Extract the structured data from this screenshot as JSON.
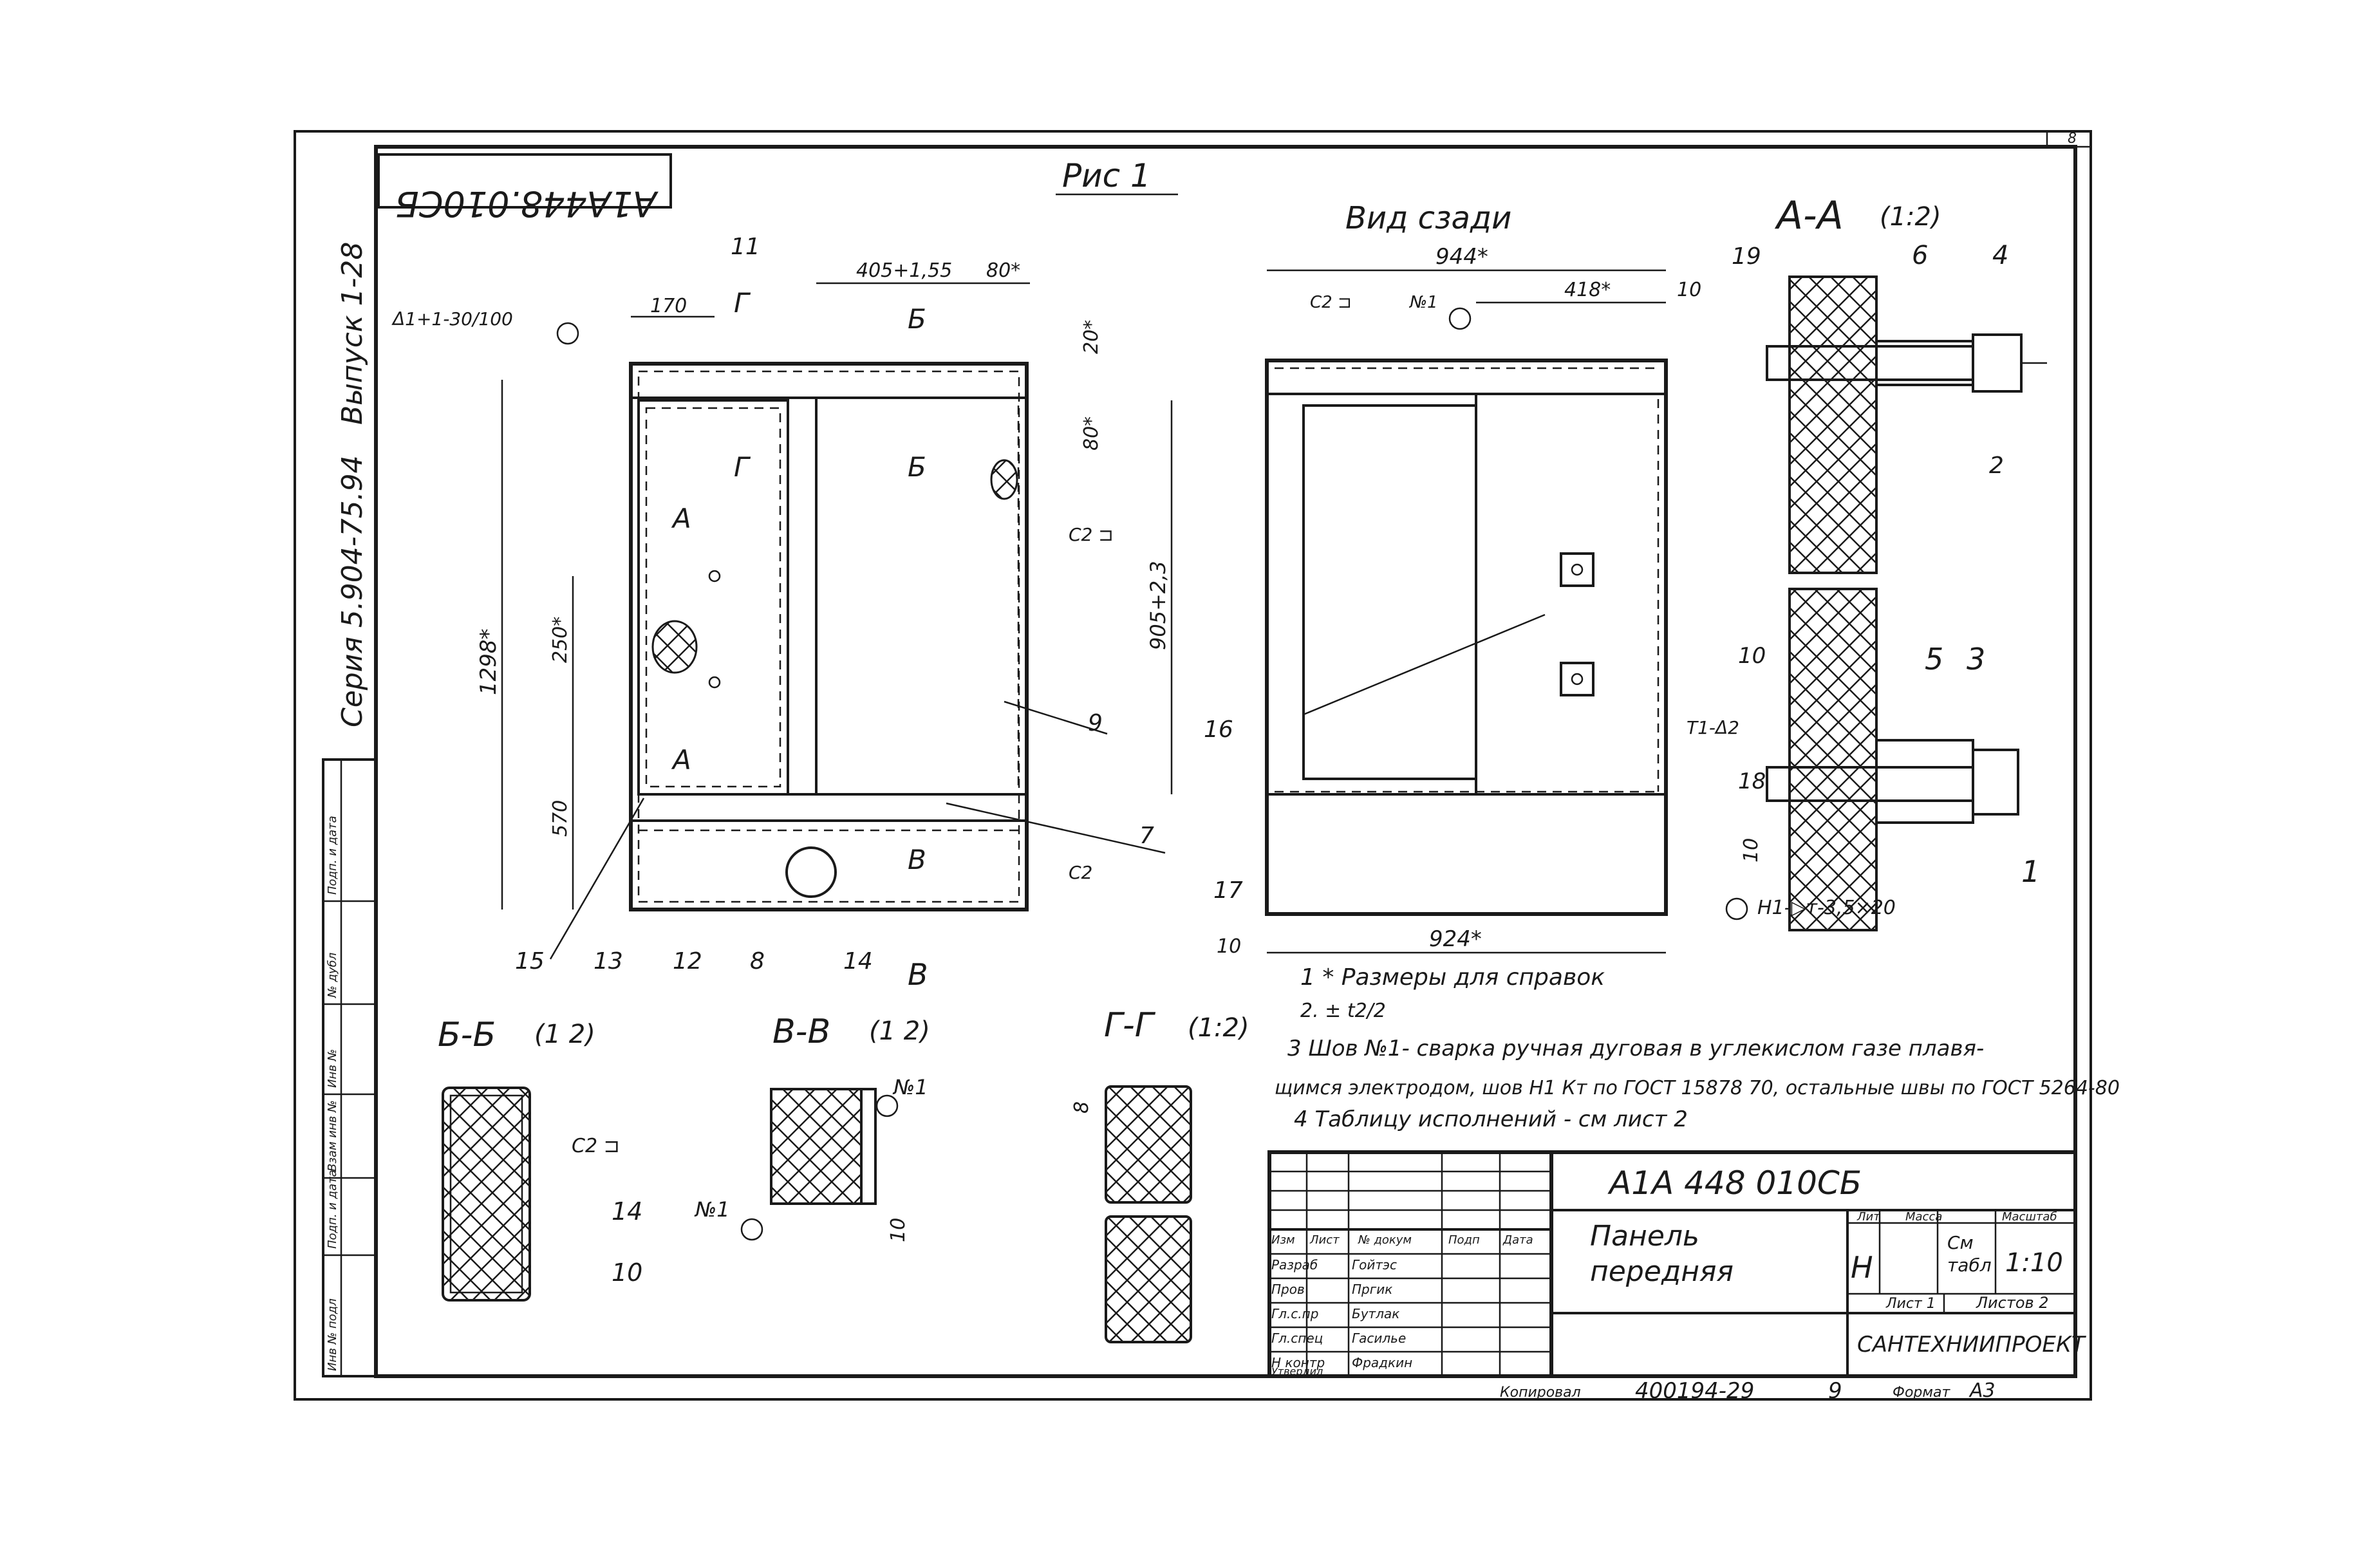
{
  "doc_code_rotated": "А1А448.010СБ",
  "sheet_number": "8",
  "series_text": "Серия 5.904-75.94",
  "issue_text": "Выпуск 1-28",
  "fig_title": "Рис 1",
  "rear_view_title": "Вид сзади",
  "section_aa_title": "А-А",
  "section_aa_scale": "(1:2)",
  "section_bb_title": "Б-Б",
  "section_bb_scale": "(1 2)",
  "section_vv_title": "В-В",
  "section_vv_scale": "(1 2)",
  "section_gg_title": "Г-Г",
  "section_gg_scale": "(1:2)",
  "front_dims": {
    "d170": "170",
    "d405": "405+1,55",
    "d80a": "80*",
    "d20": "20*",
    "d80b": "80*",
    "d905": "905+2,3",
    "d1298": "1298*",
    "d250": "250*",
    "d570": "570",
    "tolerance": "Δ1+1-30/100",
    "c2_a": "С2 ⊐",
    "c2_b": "С2"
  },
  "front_labels": {
    "G_top": "Г",
    "G_bot": "Г",
    "B_top": "Б",
    "B_bot": "Б",
    "A_top": "А",
    "A_bot": "А",
    "V_right": "В",
    "V_bot": "В"
  },
  "front_callouts": [
    "11",
    "9",
    "7",
    "15",
    "13",
    "12",
    "8",
    "14"
  ],
  "rear_dims": {
    "d944": "944*",
    "d418": "418*",
    "d10a": "10",
    "d10b": "10",
    "d924": "924*",
    "c2": "С2 ⊐",
    "weld": "№1"
  },
  "rear_callouts": [
    "16",
    "17"
  ],
  "aa_callouts": [
    "19",
    "6",
    "4",
    "2",
    "10",
    "5",
    "3",
    "18",
    "1",
    "10"
  ],
  "aa_weld_a": "Т1-Δ2",
  "aa_weld_b": "Н1-▷т-3,5×20",
  "bb_callouts": [
    "14",
    "10"
  ],
  "bb_c2": "С2 ⊐",
  "vv_weld_a": "№1",
  "vv_weld_b": "№1",
  "vv_dim": "10",
  "gg_dim": "8",
  "notes": [
    "1 * Размеры для справок",
    "2. ± t2/2",
    "3 Шов №1- сварка ручная дуговая в углекислом газе плавя-",
    "щимся электродом, шов Н1 Кт по ГОСТ 15878 70, остальные швы по ГОСТ 5264-80",
    "4 Таблицу исполнений - см лист 2"
  ],
  "side_stamp": [
    "Инв № подл",
    "Подп. и дата",
    "Взам инв №",
    "Инв №",
    "№ дубл",
    "Подп. и дата"
  ],
  "title_block": {
    "designation": "А1А 448 010СБ",
    "name_line1": "Панель",
    "name_line2": "передняя",
    "col_izm": "Изм",
    "col_list": "Лист",
    "col_doc": "№ докум",
    "col_sign": "Подп",
    "col_date": "Дата",
    "rows": [
      {
        "role": "Разраб",
        "name": "Гойтэс"
      },
      {
        "role": "Пров",
        "name": "Пргик"
      },
      {
        "role": "Гл.с.пр",
        "name": "Бутлак"
      },
      {
        "role": "Гл.спец",
        "name": "Гасилье"
      },
      {
        "role": "Н контр",
        "name": "Фрадкин"
      },
      {
        "role": "Утвердил",
        "name": ""
      }
    ],
    "lit_label": "Лит",
    "mass_label": "Масса",
    "scale_label": "Масштаб",
    "lit_value": "Н",
    "mass_value_1": "См",
    "mass_value_2": "табл",
    "scale_value": "1:10",
    "sheet_label": "Лист 1",
    "sheets_label": "Листов 2",
    "org": "САНТЕХНИИПРОЕКТ"
  },
  "footer": {
    "copied": "Копировал",
    "code": "400194-29",
    "page": "9",
    "format_label": "Формат",
    "format_value": "А3"
  }
}
